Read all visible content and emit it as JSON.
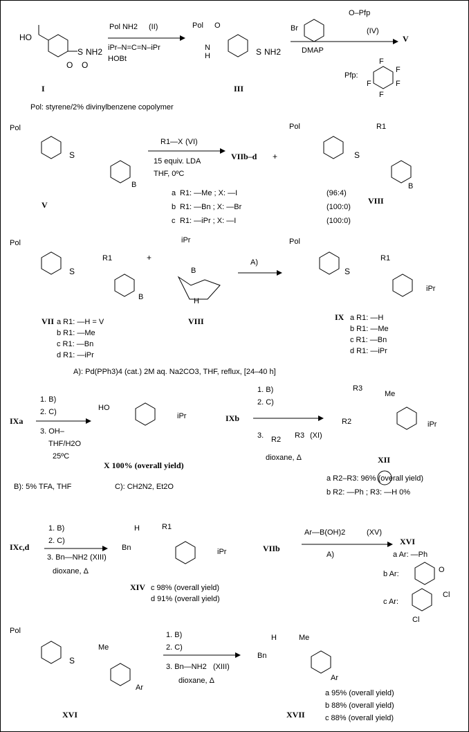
{
  "compounds": {
    "I": "I",
    "II": "(II)",
    "III": "III",
    "IV": "(IV)",
    "V": "V",
    "V2": "V",
    "VI": "(VI)",
    "VIIbd": "VIIb–d",
    "plus": "+",
    "VIII": "VIII",
    "VIII2": "VIII",
    "VII": "VII",
    "IX": "IX",
    "X": "X 100% (overall yield)",
    "IXa": "IXa",
    "IXb": "IXb",
    "XI": "(XI)",
    "XII": "XII",
    "IXcd": "IXc,d",
    "XIII": "(XIII)",
    "XIV": "XIV",
    "VIIb": "VIIb",
    "XV": "(XV)",
    "XVI": "XVI",
    "XVI2": "XVI",
    "XVII": "XVII",
    "XIII2": "(XIII)"
  },
  "reagents": {
    "pol_nh2": "Pol NH2",
    "dic": "iPr–N=C=N–iPr",
    "hobt": "HOBt",
    "dmap": "DMAP",
    "pfp": "Pfp:",
    "pfp_ester": "O–Pfp",
    "br": "Br",
    "r1x": "R1—X",
    "lda": "15 equiv. LDA",
    "thf": "THF, 0ºC",
    "condA": "A)",
    "condB": "1. B)",
    "condC": "2. C)",
    "oh": "3. OH–",
    "thf_h2o": "THF/H2O",
    "temp": "25ºC",
    "amine3": "3.",
    "dioxane": "dioxane, Δ",
    "bn_nh2": "3. Bn—NH2",
    "arboh2": "Ar—B(OH)2"
  },
  "notes": {
    "pol_def": "Pol: styrene/2% divinylbenzene copolymer",
    "A_def": "A): Pd(PPh3)4 (cat.) 2M aq. Na2CO3, THF, reflux, [24–40 h]",
    "B_def": "B): 5% TFA, THF",
    "C_def": "C): CH2N2, Et2O"
  },
  "tables": {
    "viii": [
      {
        "lbl": "a",
        "r": "R1: —Me ; X: —I",
        "ratio": "(96:4)"
      },
      {
        "lbl": "b",
        "r": "R1: —Bn ; X: —Br",
        "ratio": "(100:0)"
      },
      {
        "lbl": "c",
        "r": "R1: —iPr ; X: —I",
        "ratio": "(100:0)"
      }
    ],
    "vii": [
      "a R1: —H   = V",
      "b R1: —Me",
      "c R1: —Bn",
      "d R1: —iPr"
    ],
    "ix": [
      "a R1: —H",
      "b R1: —Me",
      "c R1: —Bn",
      "d R1: —iPr"
    ],
    "xii": [
      "a R2–R3:          96% (overall yield)",
      "b R2: —Ph ; R3: —H   0%"
    ],
    "xiv": [
      "c 98% (overall yield)",
      "d 91% (overall yield)"
    ],
    "xvi": [
      "a Ar: —Ph",
      "b Ar:",
      "c Ar:"
    ],
    "xvii": [
      "a 95% (overall yield)",
      "b 88% (overall yield)",
      "c 88% (overall yield)"
    ]
  },
  "atoms": {
    "pol": "Pol",
    "nh2": "NH2",
    "ho": "HO",
    "o": "O",
    "s": "S",
    "n": "N",
    "h": "H",
    "r1": "R1",
    "r2": "R2",
    "r3": "R3",
    "me": "Me",
    "ipr": "iPr",
    "bn": "Bn",
    "ar": "Ar",
    "b": "B",
    "f": "F",
    "cl": "Cl"
  }
}
